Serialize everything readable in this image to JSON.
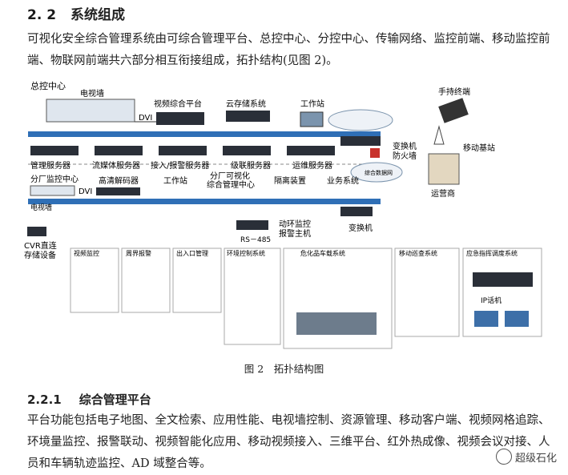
{
  "section": {
    "number": "2. 2",
    "title": "系统组成"
  },
  "intro": "可视化安全综合管理系统由可综合管理平台、总控中心、分控中心、传输网络、监控前端、移动监控前端、物联网前端共六部分相互衔接组成，拓扑结构(见图 2)。",
  "figure": {
    "caption": "图 2　拓扑结构图",
    "labels": {
      "hq": "总控中心",
      "video_wall": "电视墙",
      "dvi1": "DVI",
      "video_platform": "视频综合平台",
      "cloud_storage": "云存储系统",
      "workstation1": "工作站",
      "handheld": "手持终端",
      "switch_fw": "变换机\n防火墙",
      "mobile_bs": "移动基站",
      "carrier": "运营商",
      "mgmt_server": "管理服务器",
      "media_server": "流媒体服务器",
      "alarm_server": "接入/报警服务器",
      "cascade_server": "级联服务器",
      "ops_server": "运维服务器",
      "branch": "分厂监控中心",
      "dvi2": "DVI",
      "hd_decoder": "高清解码器",
      "workstation2": "工作站",
      "branch_mgmt": "分厂可视化\n综合管理中心",
      "isolation": "隔离装置",
      "biz_system": "业务系统",
      "video_wall2": "电视墙",
      "env_alarm": "动环监控\n报警主机",
      "switch2": "变换机",
      "rs485": "RS－485",
      "cvr": "CVR直连\n存储设备",
      "net_tag": "综合数据网",
      "fe_video": "视频监控",
      "fe_perimeter": "周界报警",
      "fe_access": "出入口管理",
      "fe_env": "环境控制系统",
      "fe_hazmat": "危化品车载系统",
      "fe_patrol": "移动巡查系统",
      "fe_dispatch": "应急指挥调度系统",
      "ip_phone": "IP话机"
    }
  },
  "subsection": {
    "number": "2.2.1",
    "title": "综合管理平台"
  },
  "body": "平台功能包括电子地图、全文检索、应用性能、电视墙控制、资源管理、移动客户端、视频网格追踪、环境量监控、报警联动、视频智能化应用、移动视频接入、三维平台、红外热成像、视频会议对接、人员和车辆轨迹监控、AD 域整合等。",
  "watermark": "超级石化",
  "colors": {
    "bus": "#2f6fb6",
    "device": "#2a2f38",
    "accent": "#c8322c"
  }
}
